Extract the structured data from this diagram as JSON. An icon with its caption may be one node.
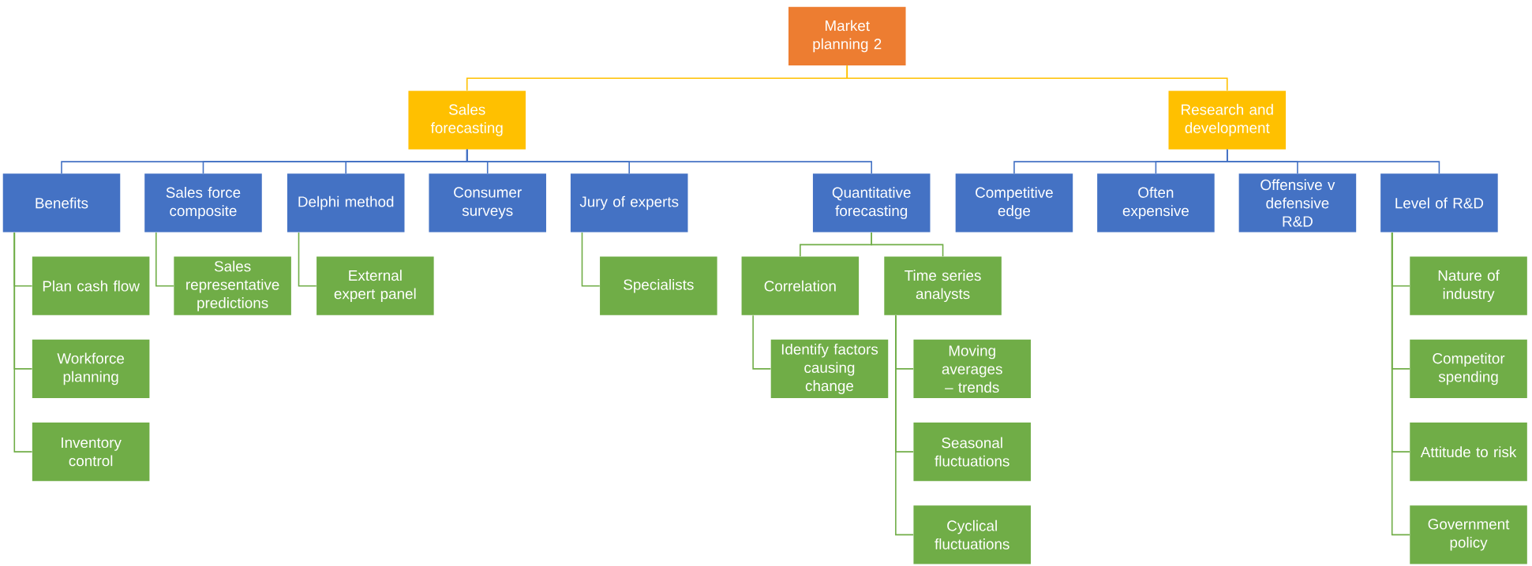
{
  "diagram": {
    "nodes": [
      {
        "text": [
          "Market planning 2"
        ]
      },
      {
        "text": [
          "Sales forecasting"
        ]
      },
      {
        "text": [
          "Research and development"
        ]
      },
      {
        "text": [
          "Benefits"
        ]
      },
      {
        "text": [
          "Plan cash flow"
        ]
      },
      {
        "text": [
          "Workforce planning"
        ]
      },
      {
        "text": [
          "Inventory control"
        ]
      },
      {
        "text": [
          "Sales force composite"
        ]
      },
      {
        "text": [
          "Sales representative predictions"
        ]
      },
      {
        "text": [
          "Delphi method"
        ]
      },
      {
        "text": [
          "External expert panel"
        ]
      },
      {
        "text": [
          "Consumer surveys"
        ]
      },
      {
        "text": [
          "Jury of experts"
        ]
      },
      {
        "text": [
          "Specialists"
        ]
      },
      {
        "text": [
          "Quantitative forecasting"
        ]
      },
      {
        "text": [
          "Correlation"
        ]
      },
      {
        "text": [
          "Identify factors causing change"
        ]
      },
      {
        "text": [
          "Time series analysts"
        ]
      },
      {
        "text": [
          "Moving averages – trends"
        ]
      },
      {
        "text": [
          "Seasonal fluctuations"
        ]
      },
      {
        "text": [
          "Cyclical fluctuations"
        ]
      },
      {
        "text": [
          "Competitive edge"
        ]
      },
      {
        "text": [
          "Often expensive"
        ]
      },
      {
        "text": [
          "Offensive v defensive R&D"
        ]
      },
      {
        "text": [
          "Level of R&D"
        ]
      },
      {
        "text": [
          "Nature of industry"
        ]
      },
      {
        "text": [
          "Competitor spending"
        ]
      },
      {
        "text": [
          "Attitude to risk"
        ]
      },
      {
        "text": [
          "Government policy"
        ]
      }
    ],
    "edges": [
      {
        "from": 0,
        "to": 1,
        "arrow": "none",
        "color": "#ffc000"
      },
      {
        "from": 0,
        "to": 2,
        "arrow": "none",
        "color": "#ffc000"
      },
      {
        "from": 1,
        "to": 3,
        "arrow": "none",
        "color": "#4472c4"
      },
      {
        "from": 1,
        "to": 7,
        "arrow": "none",
        "color": "#4472c4"
      },
      {
        "from": 1,
        "to": 9,
        "arrow": "none",
        "color": "#4472c4"
      },
      {
        "from": 1,
        "to": 11,
        "arrow": "none",
        "color": "#4472c4"
      },
      {
        "from": 1,
        "to": 12,
        "arrow": "none",
        "color": "#4472c4"
      },
      {
        "from": 1,
        "to": 14,
        "arrow": "none",
        "color": "#4472c4"
      },
      {
        "from": 2,
        "to": 21,
        "arrow": "none",
        "color": "#4472c4"
      },
      {
        "from": 2,
        "to": 22,
        "arrow": "none",
        "color": "#4472c4"
      },
      {
        "from": 2,
        "to": 23,
        "arrow": "none",
        "color": "#4472c4"
      },
      {
        "from": 2,
        "to": 24,
        "arrow": "none",
        "color": "#4472c4"
      },
      {
        "from": 3,
        "to": 4,
        "arrow": "none"
      },
      {
        "from": 3,
        "to": 5,
        "arrow": "none"
      },
      {
        "from": 3,
        "to": 6,
        "arrow": "none"
      },
      {
        "from": 7,
        "to": 8,
        "arrow": "none"
      },
      {
        "from": 9,
        "to": 10,
        "arrow": "none"
      },
      {
        "from": 12,
        "to": 13,
        "arrow": "none"
      },
      {
        "from": 14,
        "to": 15,
        "arrow": "none"
      },
      {
        "from": 14,
        "to": 17,
        "arrow": "none"
      },
      {
        "from": 15,
        "to": 16,
        "arrow": "none"
      },
      {
        "from": 17,
        "to": 18,
        "arrow": "none"
      },
      {
        "from": 17,
        "to": 19,
        "arrow": "none"
      },
      {
        "from": 17,
        "to": 20,
        "arrow": "none"
      },
      {
        "from": 24,
        "to": 25,
        "arrow": "none"
      },
      {
        "from": 24,
        "to": 26,
        "arrow": "none"
      },
      {
        "from": 24,
        "to": 27,
        "arrow": "none"
      },
      {
        "from": 24,
        "to": 28,
        "arrow": "none"
      }
    ]
  }
}
